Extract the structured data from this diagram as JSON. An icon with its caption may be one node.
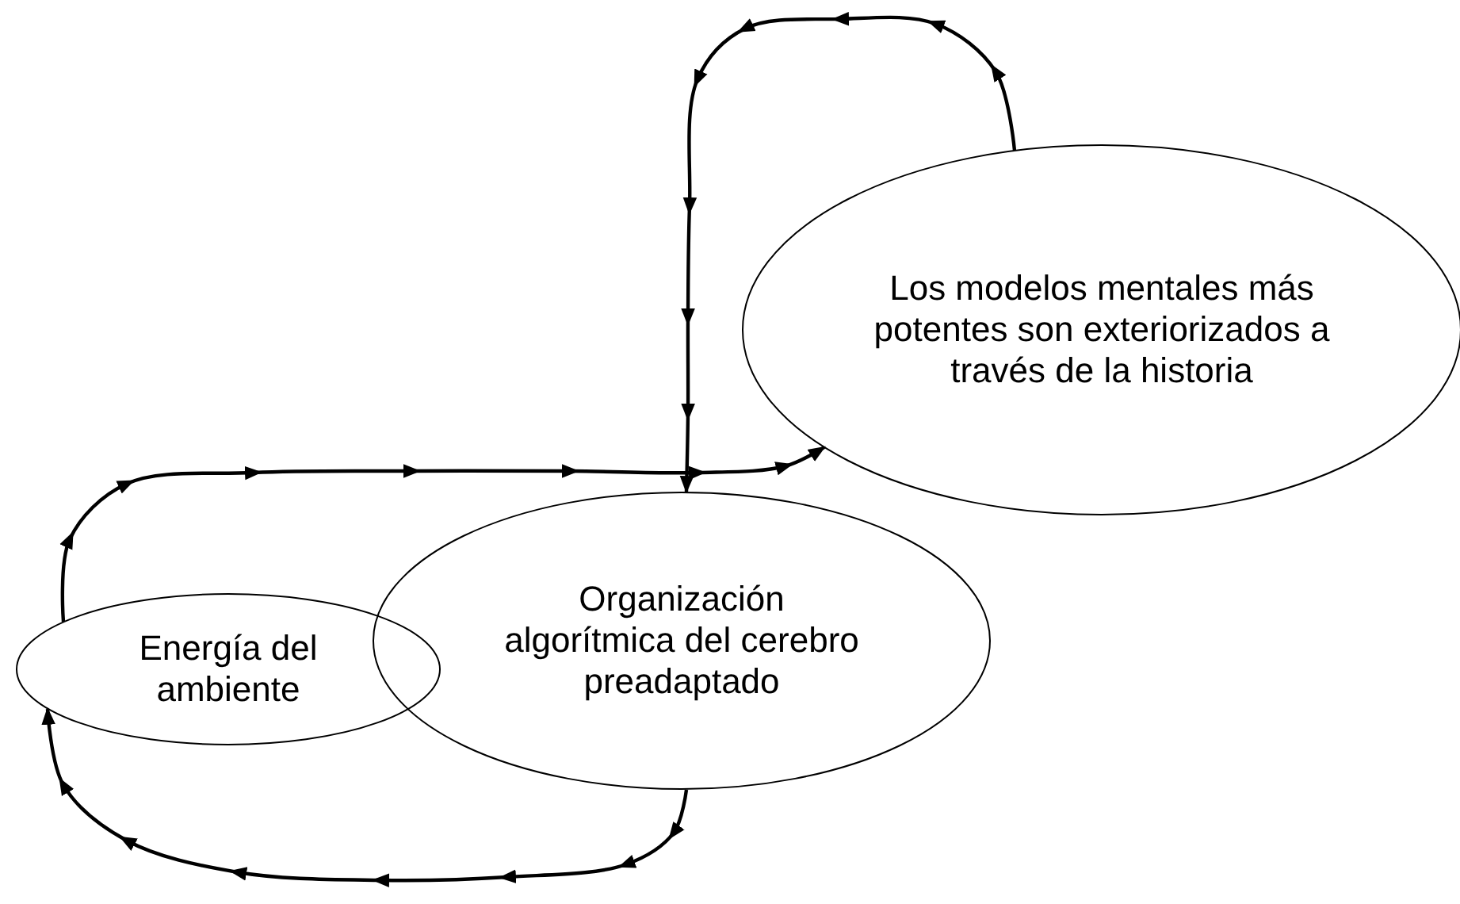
{
  "diagram": {
    "nodes": [
      {
        "text": [
          "Energía del ambiente"
        ]
      },
      {
        "text": [
          "Organización algorítmica del cerebro preadaptado"
        ]
      },
      {
        "text": [
          "Los modelos mentales más potentes son exteriorizados a través de la historia"
        ]
      }
    ],
    "edges": [
      {
        "from": 0,
        "to": 2,
        "arrow": "to"
      },
      {
        "from": 2,
        "to": 1,
        "arrow": "to"
      },
      {
        "from": 1,
        "to": 0,
        "arrow": "to"
      }
    ]
  }
}
